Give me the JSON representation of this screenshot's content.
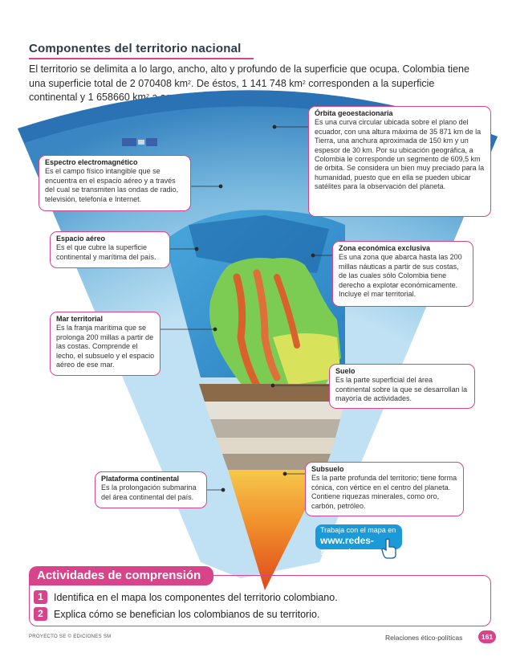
{
  "header": {
    "title": "Componentes del territorio nacional"
  },
  "intro": {
    "p1": "El territorio se delimita a lo largo, ancho, alto y profundo de la superficie que ocupa. Colombia tiene una superficie total de 2 070408 km",
    "sup1": "2",
    "p2": ". De éstos, 1 141 748 km",
    "sup2": "2",
    "p3": " corresponden a la superficie continental y 1 658660 km",
    "sup3": "2",
    "p4": " a aguas marítimas."
  },
  "callouts": {
    "orbita": {
      "title": "Órbita geoestacionaria",
      "body": "Es una curva circular ubicada sobre el plano del ecuador, con una altura máxima de 35 871 km de la Tierra, una anchura aproximada de 150 km y un espesor de 30 km. Por su ubicación geográfica, a Colombia le corresponde un segmento de 609,5 km de órbita. Se considera un bien muy preciado para la humanidad, puesto que en ella se pueden ubicar satélites para la observación del planeta."
    },
    "espectro": {
      "title": "Espectro electromagnético",
      "body": "Es el campo físico intangible que se encuentra en el espacio aéreo y a través del cual se transmiten las ondas de radio, televisión, telefonía e Internet."
    },
    "espacio": {
      "title": "Espacio aéreo",
      "body": "Es el que cubre la superficie continental y marítima del país."
    },
    "zona": {
      "title": "Zona económica exclusiva",
      "body": "Es una zona que abarca hasta las 200 millas náuticas a partir de sus costas, de las cuales sólo Colombia tiene derecho a explotar económicamente. Incluye el mar territorial."
    },
    "mar": {
      "title": "Mar territorial",
      "body": "Es la franja marítima que se prolonga 200 millas a partir de las costas. Comprende el lecho, el subsuelo y el espacio aéreo de ese mar."
    },
    "suelo": {
      "title": "Suelo",
      "body": "Es la parte superficial del área continental sobre la que se desarrollan la mayoría de actividades."
    },
    "plataforma": {
      "title": "Plataforma continental",
      "body": "Es la prolongación submarina del área continental del país."
    },
    "subsuelo": {
      "title": "Subsuelo",
      "body": "Es la parte profunda del territorio; tiene forma cónica, con vértice en el centro del planeta. Contiene riquezas minerales, como oro, carbón, petróleo."
    }
  },
  "web": {
    "line1": "Trabaja con el mapa en",
    "line2": "www.redes-sm.net"
  },
  "activities": {
    "heading": "Actividades de comprensión",
    "items": [
      {
        "num": "1",
        "text": "Identifica en el mapa los componentes del territorio colombiano."
      },
      {
        "num": "2",
        "text": "Explica cómo se benefician los colombianos de su territorio."
      }
    ]
  },
  "footer": {
    "left": "PROYECTO SE © EDICIONES SM",
    "right": "Relaciones ético-políticas",
    "page": "161"
  },
  "colors": {
    "accent": "#d8448a",
    "web_blue": "#1a9ad8"
  }
}
